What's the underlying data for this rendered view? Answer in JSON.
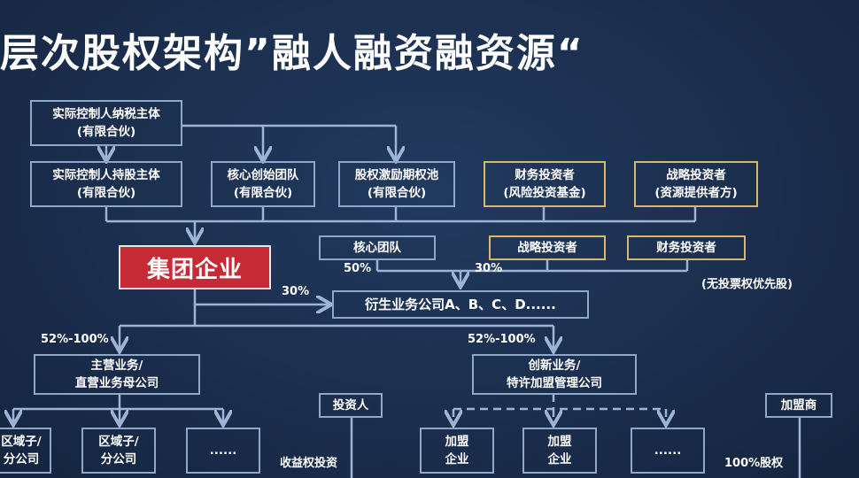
{
  "title": "层次股权架构”融人融资融资源“",
  "nodes": {
    "tax": [
      "实际控制人纳税主体",
      "(有限合伙)"
    ],
    "hold": [
      "实际控制人持股主体",
      "(有限合伙)"
    ],
    "founder": [
      "核心创始团队",
      "(有限合伙)"
    ],
    "pool": [
      "股权激励期权池",
      "(有限合伙)"
    ],
    "fin_inv": [
      "财务投资者",
      "(风险投资基金)"
    ],
    "strat_inv": [
      "战略投资者",
      "(资源提供者方)"
    ],
    "group": "集团企业",
    "core_team": "核心团队",
    "strat_inv2": "战略投资者",
    "fin_inv2": "财务投资者",
    "derivative": "衍生业务公司A、B、C、D......",
    "main_biz": [
      "主营业务/",
      "直营业务母公司"
    ],
    "innov_biz": [
      "创新业务/",
      "特许加盟管理公司"
    ],
    "region1": [
      "区域子/",
      "分公司"
    ],
    "region2": [
      "区域子/",
      "分公司"
    ],
    "dots1": "......",
    "investor": "投资人",
    "franchise1": [
      "加盟",
      "企业"
    ],
    "franchise2": [
      "加盟",
      "企业"
    ],
    "dots2": "......",
    "franchisee": "加盟商"
  },
  "labels": {
    "pct_50": "50%",
    "pct_30_strat": "30%",
    "pct_30_group": "30%",
    "no_vote": "(无投票权优先股)",
    "pct_main": "52%-100%",
    "pct_innov": "52%-100%",
    "income_right": "收益权投资",
    "equity_100": "100%股权"
  }
}
